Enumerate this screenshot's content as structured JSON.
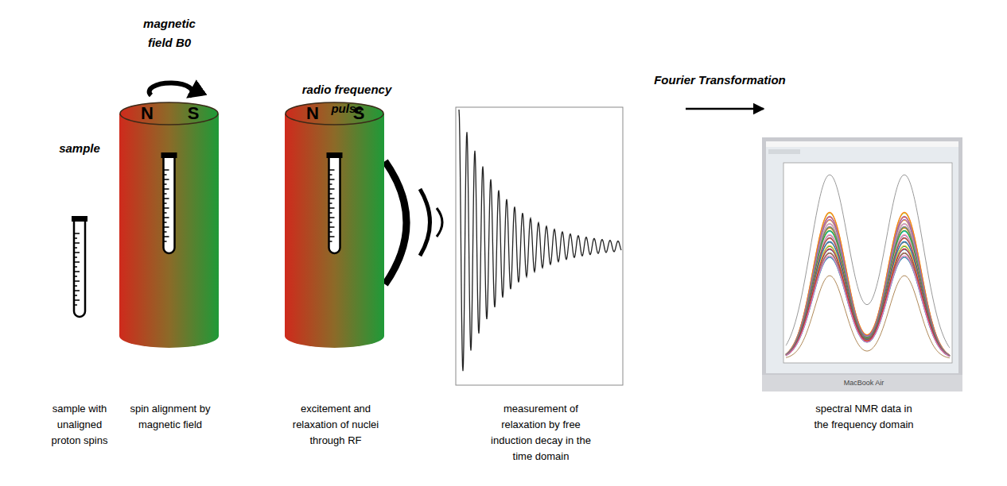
{
  "diagram": {
    "nodes": [
      {
        "text": [
          "N",
          "S"
        ]
      },
      {
        "text": [
          "N",
          "S"
        ]
      }
    ],
    "labels": [
      "magnetic field B0",
      "radio frequency pulse",
      "Fourier Transformation",
      "sample",
      "sample with unaligned proton spins",
      "spin alignment by magnetic field",
      "excitement and relaxation of nuclei through RF",
      "measurement of relaxation by free induction decay in the time domain",
      "spectral NMR data in the frequency domain",
      "MacBook Air"
    ]
  }
}
